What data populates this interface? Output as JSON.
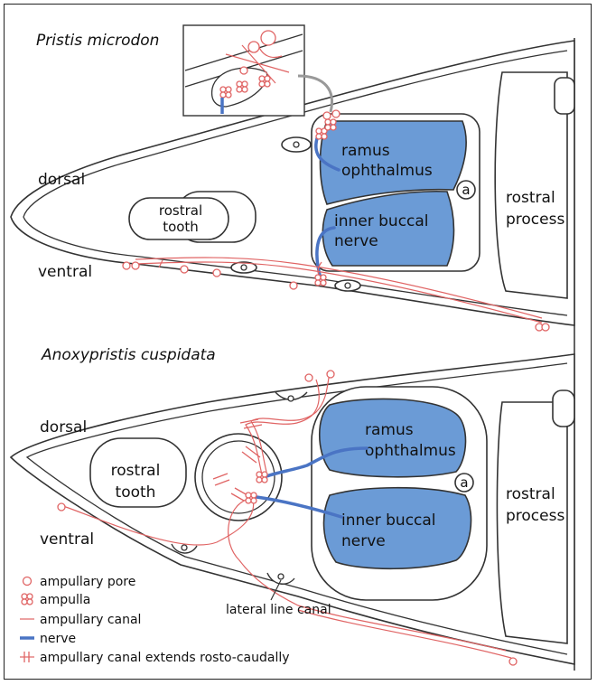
{
  "panels": [
    {
      "species": "Pristis microdon",
      "dorsal": "dorsal",
      "ventral": "ventral",
      "tooth_line1": "rostral",
      "tooth_line2": "tooth",
      "ramus_line1": "ramus",
      "ramus_line2": "ophthalmus",
      "buccal_line1": "inner buccal",
      "buccal_line2": "nerve",
      "marker": "a",
      "process_line1": "rostral",
      "process_line2": "process"
    },
    {
      "species": "Anoxypristis cuspidata",
      "dorsal": "dorsal",
      "ventral": "ventral",
      "tooth_line1": "rostral",
      "tooth_line2": "tooth",
      "ramus_line1": "ramus",
      "ramus_line2": "ophthalmus",
      "buccal_line1": "inner buccal",
      "buccal_line2": "nerve",
      "marker": "a",
      "process_line1": "rostral",
      "process_line2": "process",
      "lateral_line_label": "lateral line canal"
    }
  ],
  "legend": [
    {
      "symbol": "pore",
      "label": "ampullary pore"
    },
    {
      "symbol": "ampulla",
      "label": "ampulla"
    },
    {
      "symbol": "canal",
      "label": "ampullary canal"
    },
    {
      "symbol": "nerve",
      "label": "nerve"
    },
    {
      "symbol": "extends",
      "label": "ampullary canal extends rosto-caudally"
    }
  ],
  "colors": {
    "nerve_fill": "#6b9bd6",
    "nerve_line": "#4a74c4",
    "canal": "#e06464",
    "outline": "#333333"
  }
}
